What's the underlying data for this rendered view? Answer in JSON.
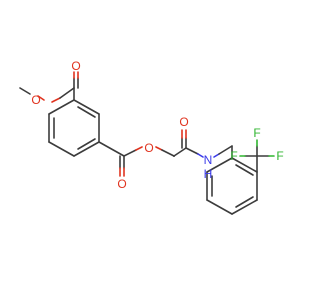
{
  "atoms": {
    "o_methyl_ester": "O",
    "o_carbonyl_top": "O",
    "o_carbonyl_bottom": "O",
    "o_ester_link": "O",
    "o_amide": "O",
    "n_amide": "N",
    "h_amide": "H",
    "f1": "F",
    "f2": "F",
    "f3": "F"
  },
  "colors": {
    "oxygen": "#e0331f",
    "nitrogen": "#3a3ae8",
    "fluorine": "#2fb52f",
    "carbon_bond": "#3c3c3c"
  }
}
